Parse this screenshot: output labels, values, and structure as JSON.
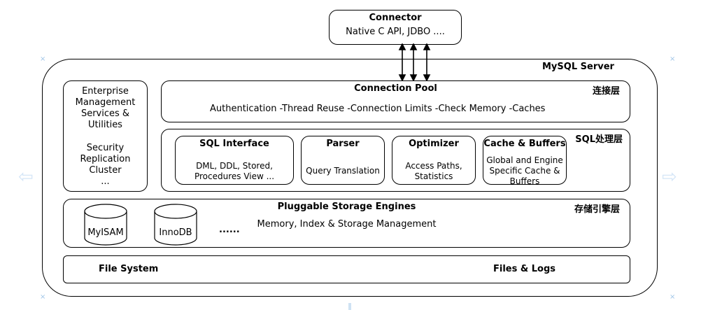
{
  "connector": {
    "title": "Connector",
    "subtitle": "Native C API, JDBO ...."
  },
  "server": {
    "title": "MySQL Server",
    "management": {
      "lines": [
        "Enterprise",
        "Management",
        "Services &",
        "Utilities"
      ],
      "lines2": [
        "Security",
        "Replication",
        "Cluster",
        "..."
      ]
    },
    "connection_layer": {
      "title": "Connection Pool",
      "layer_label": "连接层",
      "items": "Authentication -Thread Reuse -Connection Limits -Check Memory -Caches"
    },
    "sql_layer": {
      "layer_label": "SQL处理层",
      "modules": [
        {
          "title": "SQL Interface",
          "desc": [
            "DML, DDL, Stored,",
            "Procedures View ..."
          ]
        },
        {
          "title": "Parser",
          "desc": [
            "Query Translation"
          ]
        },
        {
          "title": "Optimizer",
          "desc": [
            "Access Paths,",
            "Statistics"
          ]
        },
        {
          "title": "Cache & Buffers",
          "desc": [
            "Global and Engine",
            "Specific Cache &",
            "Buffers"
          ]
        }
      ]
    },
    "storage_layer": {
      "title": "Pluggable Storage Engines",
      "layer_label": "存储引擎层",
      "desc": "Memory, Index & Storage Management",
      "engines": [
        "MyISAM",
        "InnoDB"
      ],
      "more": "......"
    },
    "files_layer": {
      "left": "File System",
      "right": "Files & Logs"
    }
  },
  "colors": {
    "stroke": "#000000",
    "markers": "#9fc5e8"
  }
}
